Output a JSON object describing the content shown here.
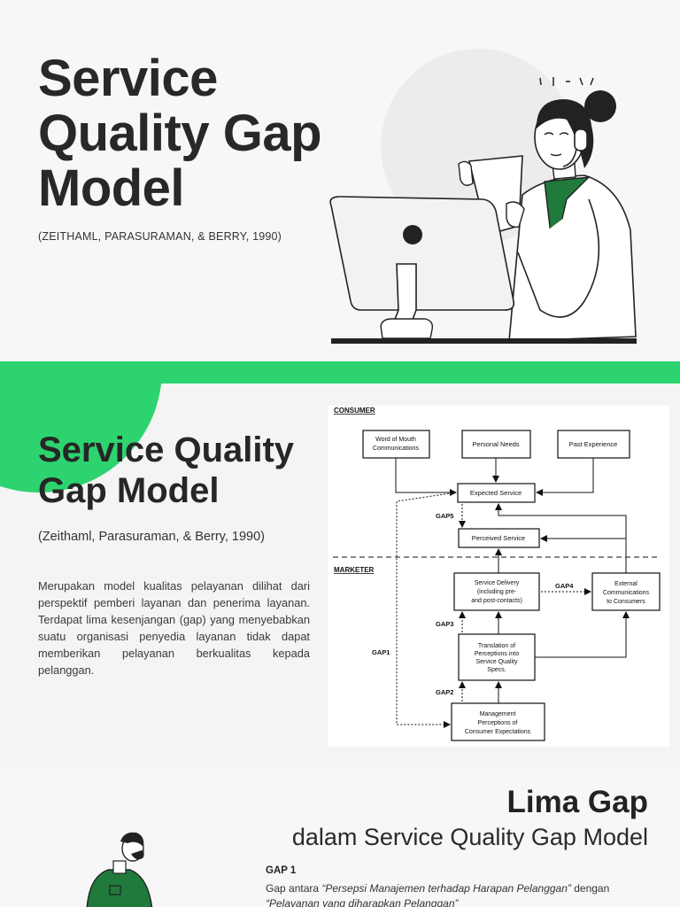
{
  "slide1": {
    "title_lines": [
      "Service",
      "Quality Gap",
      "Model"
    ],
    "citation": "(ZEITHAML, PARASURAMAN, & BERRY, 1990)"
  },
  "slide2": {
    "title_lines": [
      "Service Quality",
      "Gap Model"
    ],
    "citation": "(Zeithaml, Parasuraman, & Berry, 1990)",
    "paragraph": "Merupakan model kualitas pelayanan dilihat dari perspektif pemberi layanan dan penerima layanan. Terdapat lima kesenjangan (gap) yang menyebabkan suatu organisasi penyedia layanan tidak dapat memberikan pelayanan berkualitas kepada pelanggan.",
    "diagram": {
      "consumer_label": "CONSUMER",
      "marketer_label": "MARKETER",
      "word_of_mouth": [
        "Word of Mouth",
        "Communications"
      ],
      "personal_needs": "Personal Needs",
      "past_experience": "Past Experience",
      "expected_service": "Expected Service",
      "perceived_service": "Perceived Service",
      "service_delivery": [
        "Service Delivery",
        "(including pre-",
        "and post-contacts)"
      ],
      "external_comm": [
        "External",
        "Communications",
        "to Consumers"
      ],
      "translation": [
        "Translation of",
        "Perceptions into",
        "Service Quality",
        "Specs."
      ],
      "management": [
        "Management",
        "Perceptions of",
        "Consumer Expectations"
      ],
      "gap1": "GAP1",
      "gap2": "GAP2",
      "gap3": "GAP3",
      "gap4": "GAP4",
      "gap5": "GAP5"
    }
  },
  "slide3": {
    "title": "Lima Gap",
    "subtitle": "dalam Service Quality Gap Model",
    "gap1_label": "GAP 1",
    "gap1_prefix": "Gap antara ",
    "gap1_em1": "“Persepsi Manajemen terhadap Harapan Pelanggan”",
    "gap1_mid": " dengan",
    "gap1_em2": "“Pelayanan yang diharapkan Pelanggan”"
  },
  "colors": {
    "accent_green": "#2dd36f",
    "dark_green": "#1f7a3c",
    "text_dark": "#282828"
  }
}
